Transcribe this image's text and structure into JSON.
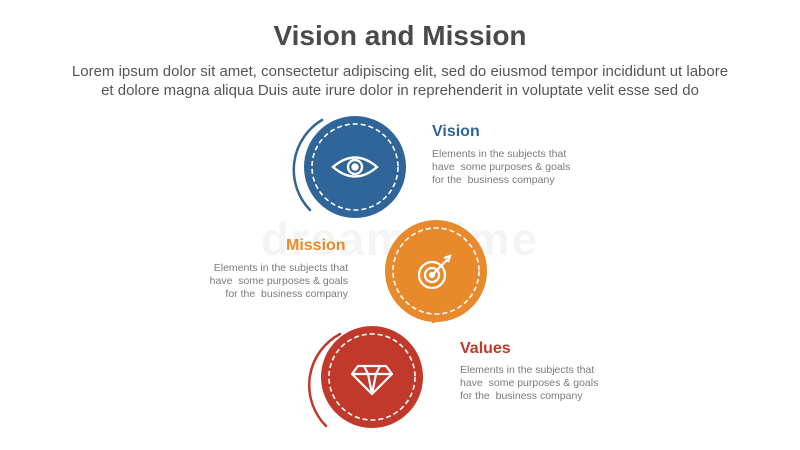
{
  "header": {
    "title": "Vision and Mission",
    "subtitle_line1": "Lorem ipsum dolor sit amet, consectetur adipiscing elit, sed do eiusmod tempor incididunt ut labore",
    "subtitle_line2": "et dolore magna aliqua Duis aute irure dolor in reprehenderit in voluptate velit esse sed do"
  },
  "watermark": "dreamstime",
  "items": [
    {
      "title": "Vision",
      "desc_lines": [
        "Elements in the subjects that",
        "have  some purposes & goals",
        "for the  business company"
      ],
      "color": "#2f6599",
      "icon": "eye-icon"
    },
    {
      "title": "Mission",
      "desc_lines": [
        "Elements in the subjects that",
        "have  some purposes & goals",
        "for the  business company"
      ],
      "color": "#e8892b",
      "icon": "target-arrow-icon"
    },
    {
      "title": "Values",
      "desc_lines": [
        "Elements in the subjects that",
        "have  some purposes & goals",
        "for the  business company"
      ],
      "color": "#c0392b",
      "icon": "diamond-icon"
    }
  ]
}
